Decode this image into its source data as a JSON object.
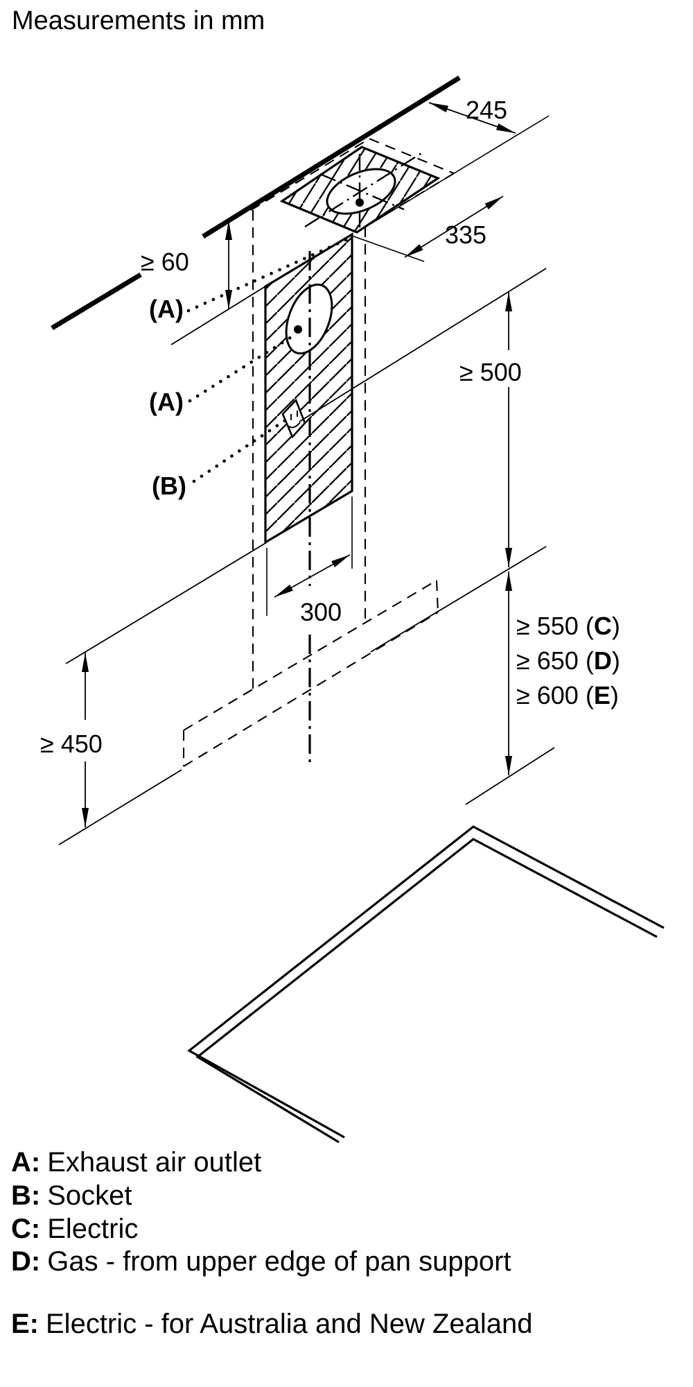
{
  "title": "Measurements in mm",
  "dimensions": {
    "ceiling_depth": "245",
    "ceiling_plate_width": "335",
    "ceiling_clearance": "≥ 60",
    "wall_clearance_height": "≥ 500",
    "duct_cutout_width": "300",
    "worktop_clearance": "≥ 450"
  },
  "hob_clearances": [
    {
      "prefix": "≥ 550 (",
      "letter": "C",
      "suffix": ")"
    },
    {
      "prefix": "≥ 650 (",
      "letter": "D",
      "suffix": ")"
    },
    {
      "prefix": "≥ 600 (",
      "letter": "E",
      "suffix": ")"
    }
  ],
  "callouts": {
    "exhaust_top": "(A)",
    "exhaust_wall": "(A)",
    "socket": "(B)"
  },
  "legend": [
    {
      "letter": "A:",
      "text": "Exhaust air outlet"
    },
    {
      "letter": "B:",
      "text": "Socket"
    },
    {
      "letter": "C:",
      "text": "Electric"
    },
    {
      "letter": "D:",
      "text": "Gas - from upper edge of pan support"
    },
    {
      "letter": "E:",
      "text": "Electric - for Australia and New Zealand"
    }
  ],
  "colors": {
    "ink": "#000000",
    "background": "#ffffff"
  }
}
